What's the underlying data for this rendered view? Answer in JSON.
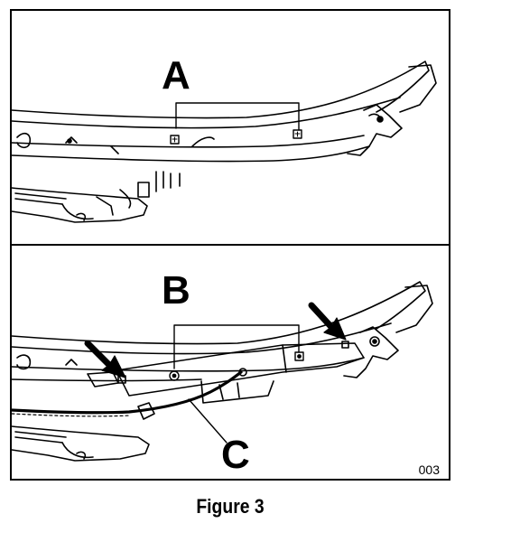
{
  "figure": {
    "caption": "Figure 3",
    "code": "003"
  },
  "panels": [
    {
      "name": "top",
      "callouts": [
        "A"
      ]
    },
    {
      "name": "bottom",
      "callouts": [
        "B",
        "C"
      ]
    }
  ]
}
